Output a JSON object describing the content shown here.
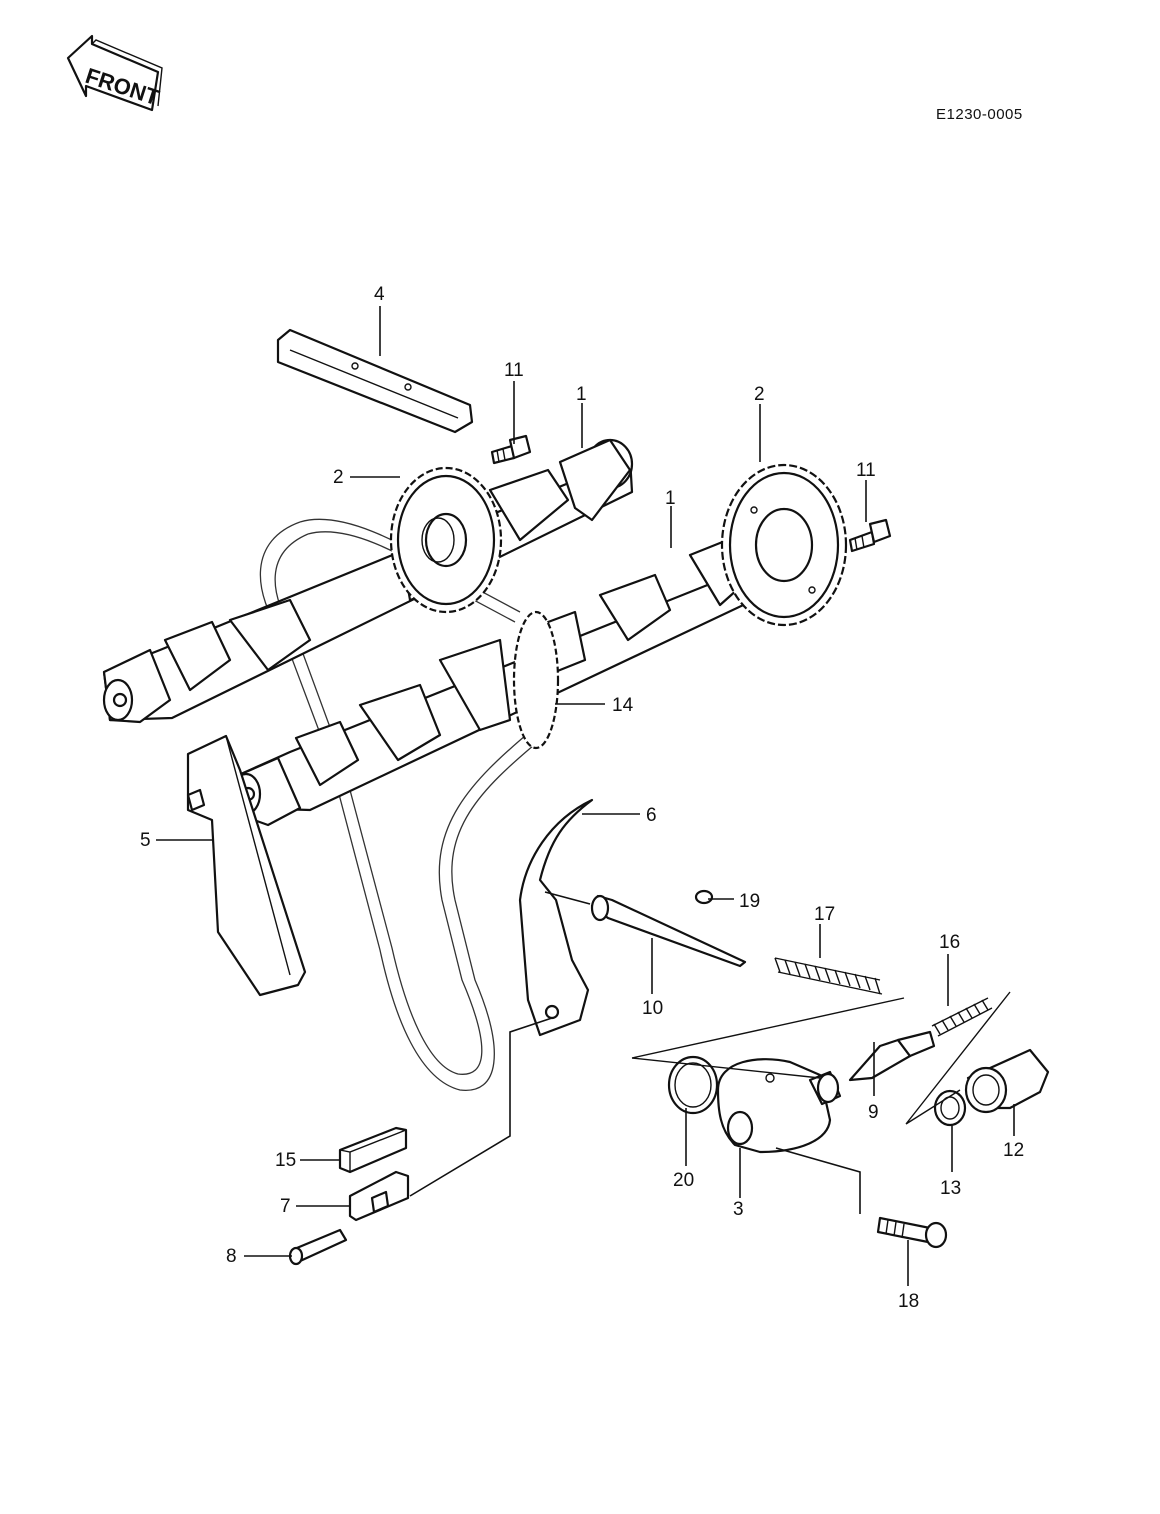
{
  "header": {
    "front_text": "FRONT",
    "diagram_code": "E1230-0005"
  },
  "callouts": [
    {
      "id": "c4",
      "text": "4"
    },
    {
      "id": "c11a",
      "text": "11"
    },
    {
      "id": "c1a",
      "text": "1"
    },
    {
      "id": "c2a",
      "text": "2"
    },
    {
      "id": "c2b",
      "text": "2"
    },
    {
      "id": "c11b",
      "text": "11"
    },
    {
      "id": "c1b",
      "text": "1"
    },
    {
      "id": "c14",
      "text": "14"
    },
    {
      "id": "c6",
      "text": "6"
    },
    {
      "id": "c5",
      "text": "5"
    },
    {
      "id": "c19",
      "text": "19"
    },
    {
      "id": "c17",
      "text": "17"
    },
    {
      "id": "c16",
      "text": "16"
    },
    {
      "id": "c10",
      "text": "10"
    },
    {
      "id": "c9",
      "text": "9"
    },
    {
      "id": "c12",
      "text": "12"
    },
    {
      "id": "c20",
      "text": "20"
    },
    {
      "id": "c3",
      "text": "3"
    },
    {
      "id": "c13",
      "text": "13"
    },
    {
      "id": "c15",
      "text": "15"
    },
    {
      "id": "c7",
      "text": "7"
    },
    {
      "id": "c8",
      "text": "8"
    },
    {
      "id": "c18",
      "text": "18"
    }
  ]
}
